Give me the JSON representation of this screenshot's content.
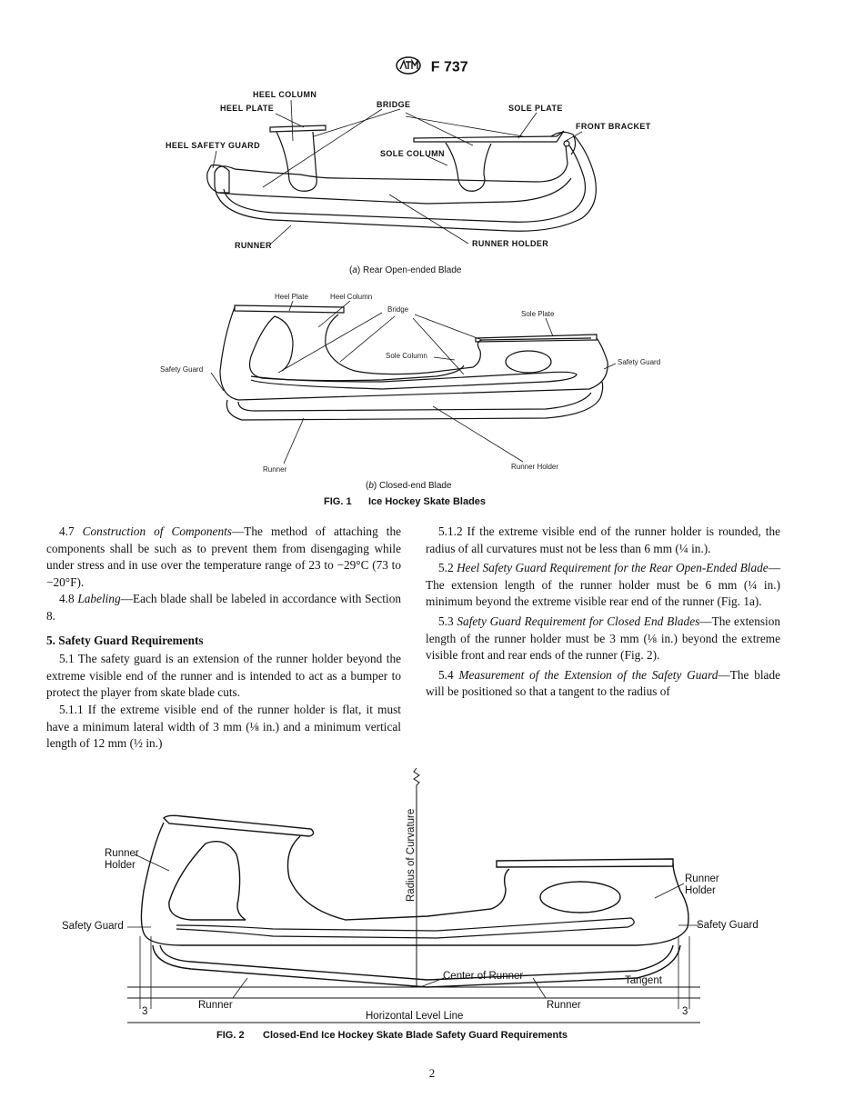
{
  "header": {
    "logo": "astm-logo",
    "designation": "F 737"
  },
  "fig1": {
    "a": {
      "labels": {
        "heel_column": "HEEL COLUMN",
        "heel_plate": "HEEL PLATE",
        "bridge": "BRIDGE",
        "sole_plate": "SOLE PLATE",
        "front_bracket": "FRONT BRACKET",
        "heel_safety_guard": "HEEL SAFETY GUARD",
        "sole_column": "SOLE COLUMN",
        "runner": "RUNNER",
        "runner_holder": "RUNNER HOLDER"
      },
      "subcaption_letter": "a",
      "subcaption_text": " Rear Open-ended Blade"
    },
    "b": {
      "labels": {
        "heel_plate": "Heel Plate",
        "heel_column": "Heel Column",
        "bridge": "Bridge",
        "sole_plate": "Sole Plate",
        "sole_column": "Sole Column",
        "safety_guard_left": "Safety  Guard",
        "safety_guard_right": "Safety  Guard",
        "runner": "Runner",
        "runner_holder": "Runner Holder"
      },
      "subcaption_letter": "b",
      "subcaption_text": " Closed-end Blade"
    },
    "caption_label": "FIG. 1",
    "caption_text": "Ice Hockey Skate Blades"
  },
  "text_left": {
    "p47_num": "4.7 ",
    "p47_title": "Construction of Components",
    "p47_body": "—The method of attaching the components shall be such as to prevent them from disengaging while under stress and in use over the temperature range of 23 to −29°C (73 to −20°F).",
    "p48_num": "4.8 ",
    "p48_title": "Labeling",
    "p48_body": "—Each blade shall be labeled in accordance with Section 8.",
    "section5_heading": "5.  Safety Guard Requirements",
    "p51": "5.1 The safety guard is an extension of the runner holder beyond the extreme visible end of the runner and is intended to act as a bumper to protect the player from skate blade cuts.",
    "p511": "5.1.1 If the extreme visible end of the runner holder is flat, it must have a minimum lateral width of 3 mm (⅛ in.) and a minimum vertical length of 12 mm (½ in.)"
  },
  "text_right": {
    "p512": "5.1.2 If the extreme visible end of the runner holder is rounded, the radius of all curvatures must not be less than 6 mm (¼ in.).",
    "p52_num": "5.2 ",
    "p52_title": "Heel Safety Guard Requirement for the Rear Open-Ended Blade",
    "p52_body": "—The extension length of the runner holder must be 6 mm (¼ in.) minimum beyond the extreme visible rear end of the runner (Fig. 1a).",
    "p53_num": "5.3 ",
    "p53_title": "Safety Guard Requirement for Closed End Blades",
    "p53_body": "—The extension length of the runner holder must be 3 mm (⅛ in.) beyond the extreme visible front and rear ends of the runner (Fig. 2).",
    "p54_num": "5.4 ",
    "p54_title": "Measurement of the Extension of the Safety Guard",
    "p54_body": "—The blade will be positioned so that a tangent to the radius of"
  },
  "fig2": {
    "labels": {
      "runner_holder_left_1": "Runner",
      "runner_holder_left_2": "Holder",
      "runner_holder_right_1": "Runner",
      "runner_holder_right_2": "Holder",
      "radius_of_curvature": "Radius of Curvature",
      "safety_guard_left": "Safety  Guard",
      "safety_guard_right": "Safety  Guard",
      "center_of_runner": "Center of Runner",
      "tangent": "Tangent",
      "runner_left": "Runner",
      "runner_right": "Runner",
      "dim_left": "3",
      "dim_right": "3",
      "horizontal_level_line": "Horizontal Level Line"
    },
    "caption_label": "FIG. 2",
    "caption_text": "Closed-End Ice Hockey Skate Blade Safety Guard Requirements"
  },
  "page_number": "2"
}
